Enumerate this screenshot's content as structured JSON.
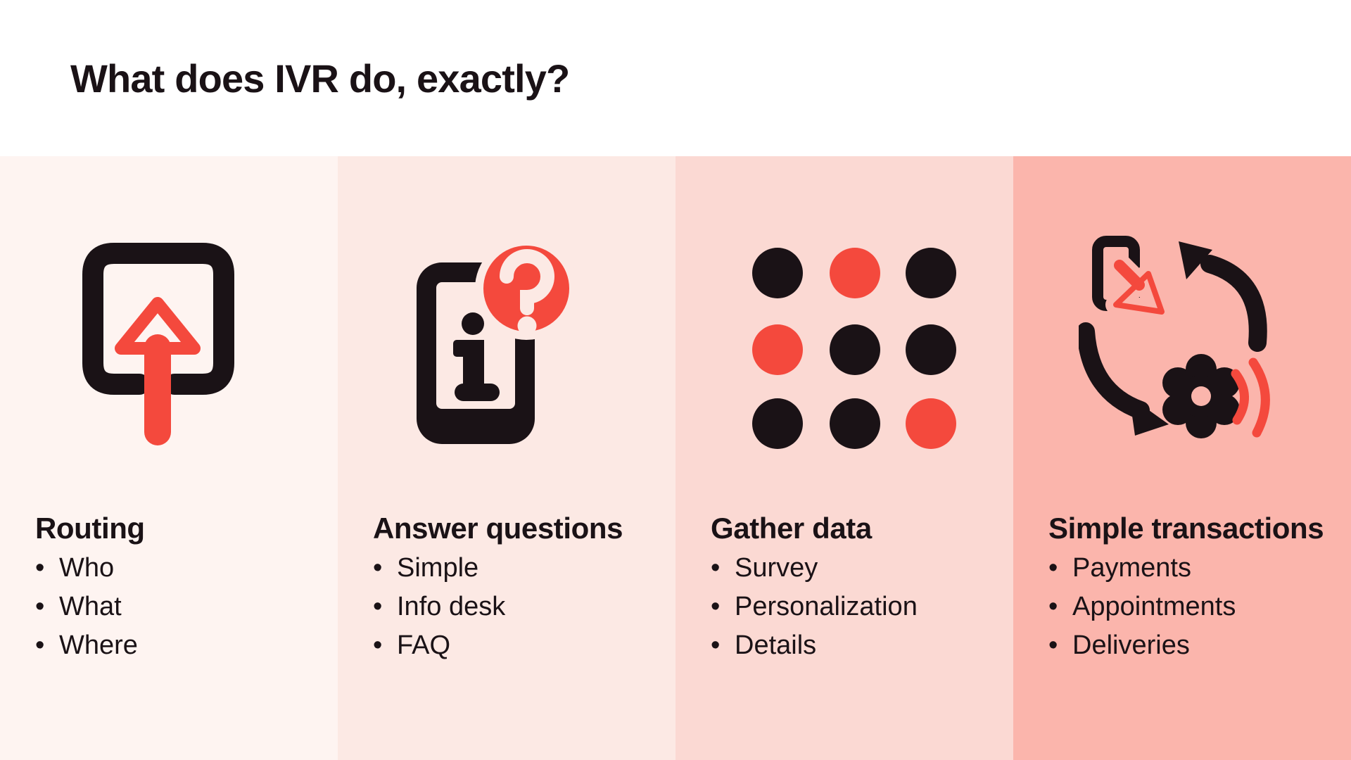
{
  "title": "What does IVR do, exactly?",
  "bullet_char": "•",
  "colors": {
    "page_bg": "#FFFFFF",
    "ink": "#1A1216",
    "red": "#F4493D",
    "col1_bg": "#FEF4F1",
    "col2_bg": "#FCE9E4",
    "col3_bg": "#FBD9D3",
    "col4_bg": "#FBB5AC"
  },
  "columns": [
    {
      "heading": "Routing",
      "bullets": [
        "Who",
        "What",
        "Where"
      ]
    },
    {
      "heading": "Answer questions",
      "bullets": [
        "Simple",
        "Info desk",
        "FAQ"
      ],
      "icon_glyphs": {
        "info": "i",
        "question": "?"
      }
    },
    {
      "heading": "Gather data",
      "bullets": [
        "Survey",
        "Personalization",
        "Details"
      ]
    },
    {
      "heading": "Simple transactions",
      "bullets": [
        "Payments",
        "Appointments",
        "Deliveries"
      ]
    }
  ],
  "dots": [
    "#1A1216",
    "#F4493D",
    "#1A1216",
    "#F4493D",
    "#1A1216",
    "#1A1216",
    "#1A1216",
    "#1A1216",
    "#F4493D"
  ]
}
